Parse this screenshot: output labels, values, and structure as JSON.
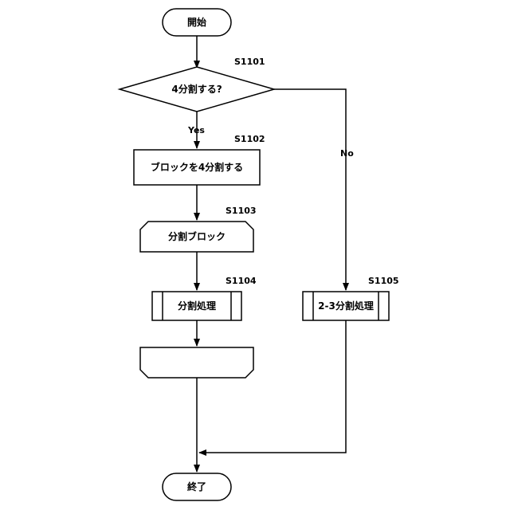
{
  "flowchart": {
    "start_label": "開始",
    "end_label": "終了",
    "decision": {
      "step_id": "S1101",
      "label": "4分割する?",
      "yes_label": "Yes",
      "no_label": "No"
    },
    "split_block": {
      "step_id": "S1102",
      "label": "ブロックを4分割する"
    },
    "loop_start": {
      "step_id": "S1103",
      "label": "分割ブロック"
    },
    "split_process": {
      "step_id": "S1104",
      "label": "分割処理"
    },
    "loop_end": {
      "label": ""
    },
    "alt_process": {
      "step_id": "S1105",
      "label": "2-3分割処理"
    }
  }
}
